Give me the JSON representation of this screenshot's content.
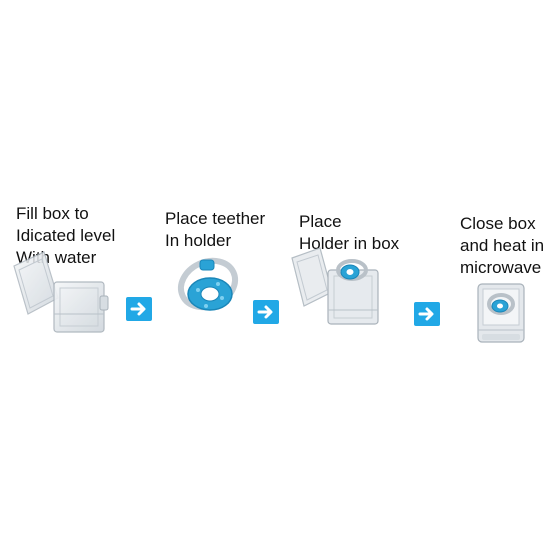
{
  "steps": [
    {
      "text": "Fill box to\nIdicated level\nWith water",
      "illustration": "open-box"
    },
    {
      "text": "Place teether\nIn holder",
      "illustration": "teether-in-holder"
    },
    {
      "text": "Place\nHolder in box",
      "illustration": "holder-in-open-box"
    },
    {
      "text": "Close box\nand heat in\nmicrowave",
      "illustration": "closed-box"
    }
  ],
  "arrow_icon": "right-arrow-icon",
  "colors": {
    "arrow": "#21a8e6",
    "teether": "#2aa3d6",
    "holder": "#c9d0d6",
    "box": "#dfe3e8"
  }
}
